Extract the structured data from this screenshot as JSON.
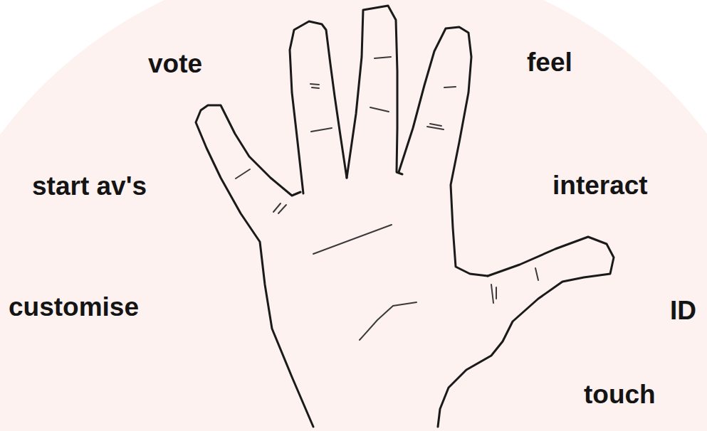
{
  "diagram": {
    "labels": [
      "vote",
      "feel",
      "start av's",
      "interact",
      "customise",
      "ID",
      "touch"
    ]
  }
}
